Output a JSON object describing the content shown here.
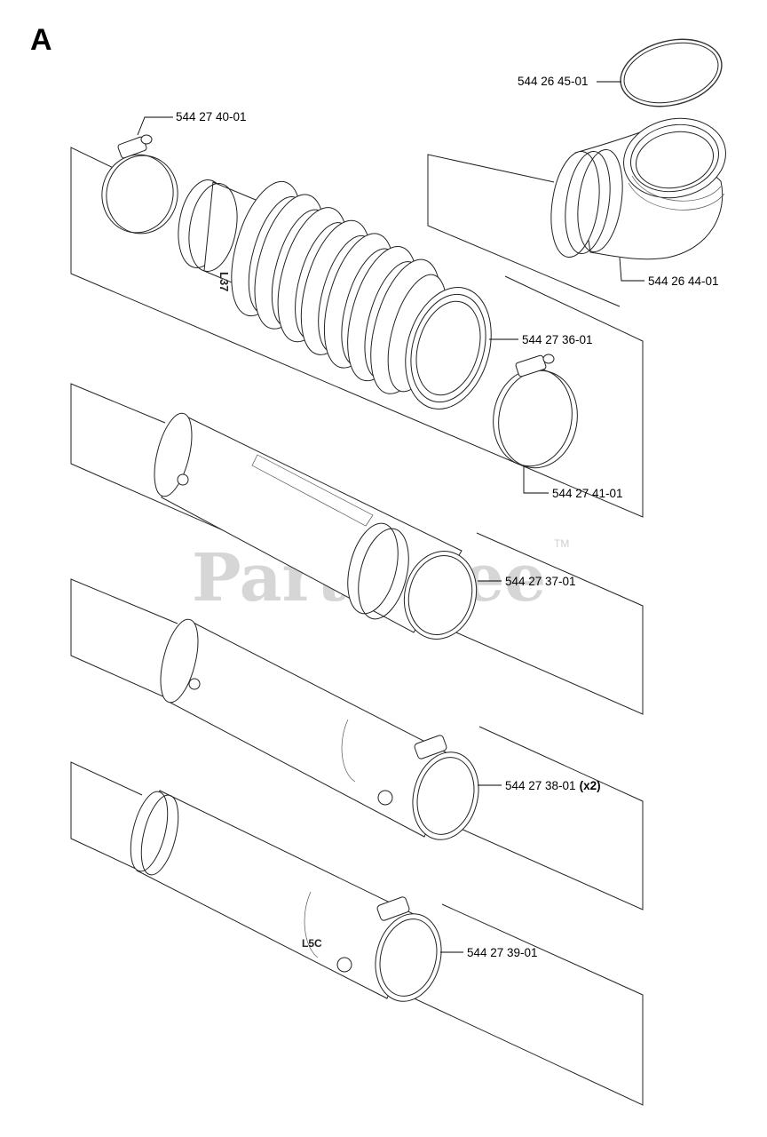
{
  "section_letter": "A",
  "watermark": {
    "text": "PartsTree",
    "trademark": "TM"
  },
  "parts": [
    {
      "id": "544 26 45-01",
      "label": "544 26 45-01",
      "qty": "",
      "icon": "seal-ring-icon"
    },
    {
      "id": "544 27 40-01",
      "label": "544 27 40-01",
      "qty": "",
      "icon": "hose-clamp-icon"
    },
    {
      "id": "544 26 44-01",
      "label": "544 26 44-01",
      "qty": "",
      "icon": "elbow-icon"
    },
    {
      "id": "544 27 36-01",
      "label": "544 27 36-01",
      "qty": "",
      "icon": "bellows-hose-icon"
    },
    {
      "id": "544 27 41-01",
      "label": "544 27 41-01",
      "qty": "",
      "icon": "hose-clamp-icon"
    },
    {
      "id": "544 27 37-01",
      "label": "544 27 37-01",
      "qty": "",
      "icon": "tube-icon"
    },
    {
      "id": "544 27 38-01",
      "label": "544 27 38-01",
      "qty": "(x2)",
      "icon": "tube-icon"
    },
    {
      "id": "544 27 39-01",
      "label": "544 27 39-01",
      "qty": "",
      "icon": "nozzle-tube-icon"
    }
  ]
}
